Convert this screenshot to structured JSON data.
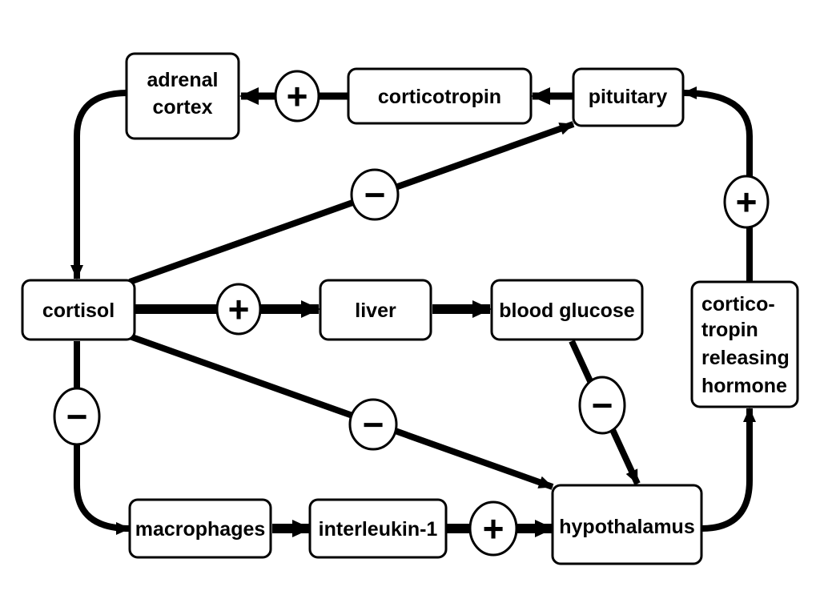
{
  "nodes": {
    "adrenal_cortex": [
      "adrenal",
      "cortex"
    ],
    "corticotropin": [
      "corticotropin"
    ],
    "pituitary": [
      "pituitary"
    ],
    "cortisol": [
      "cortisol"
    ],
    "liver": [
      "liver"
    ],
    "blood_glucose": [
      "blood glucose"
    ],
    "crh": [
      "cortico-",
      "tropin",
      "releasing",
      "hormone"
    ],
    "macrophages": [
      "macrophages"
    ],
    "interleukin_1": [
      "interleukin-1"
    ],
    "hypothalamus": [
      "hypothalamus"
    ]
  },
  "signs": {
    "corticotropin_to_adrenal": "+",
    "crh_to_pituitary": "+",
    "cortisol_to_pituitary": "−",
    "cortisol_to_liver": "+",
    "cortisol_to_hypothalamus": "−",
    "cortisol_to_macrophages": "−",
    "glucose_to_hypothalamus": "−",
    "interleukin_to_hypothalamus": "+"
  }
}
